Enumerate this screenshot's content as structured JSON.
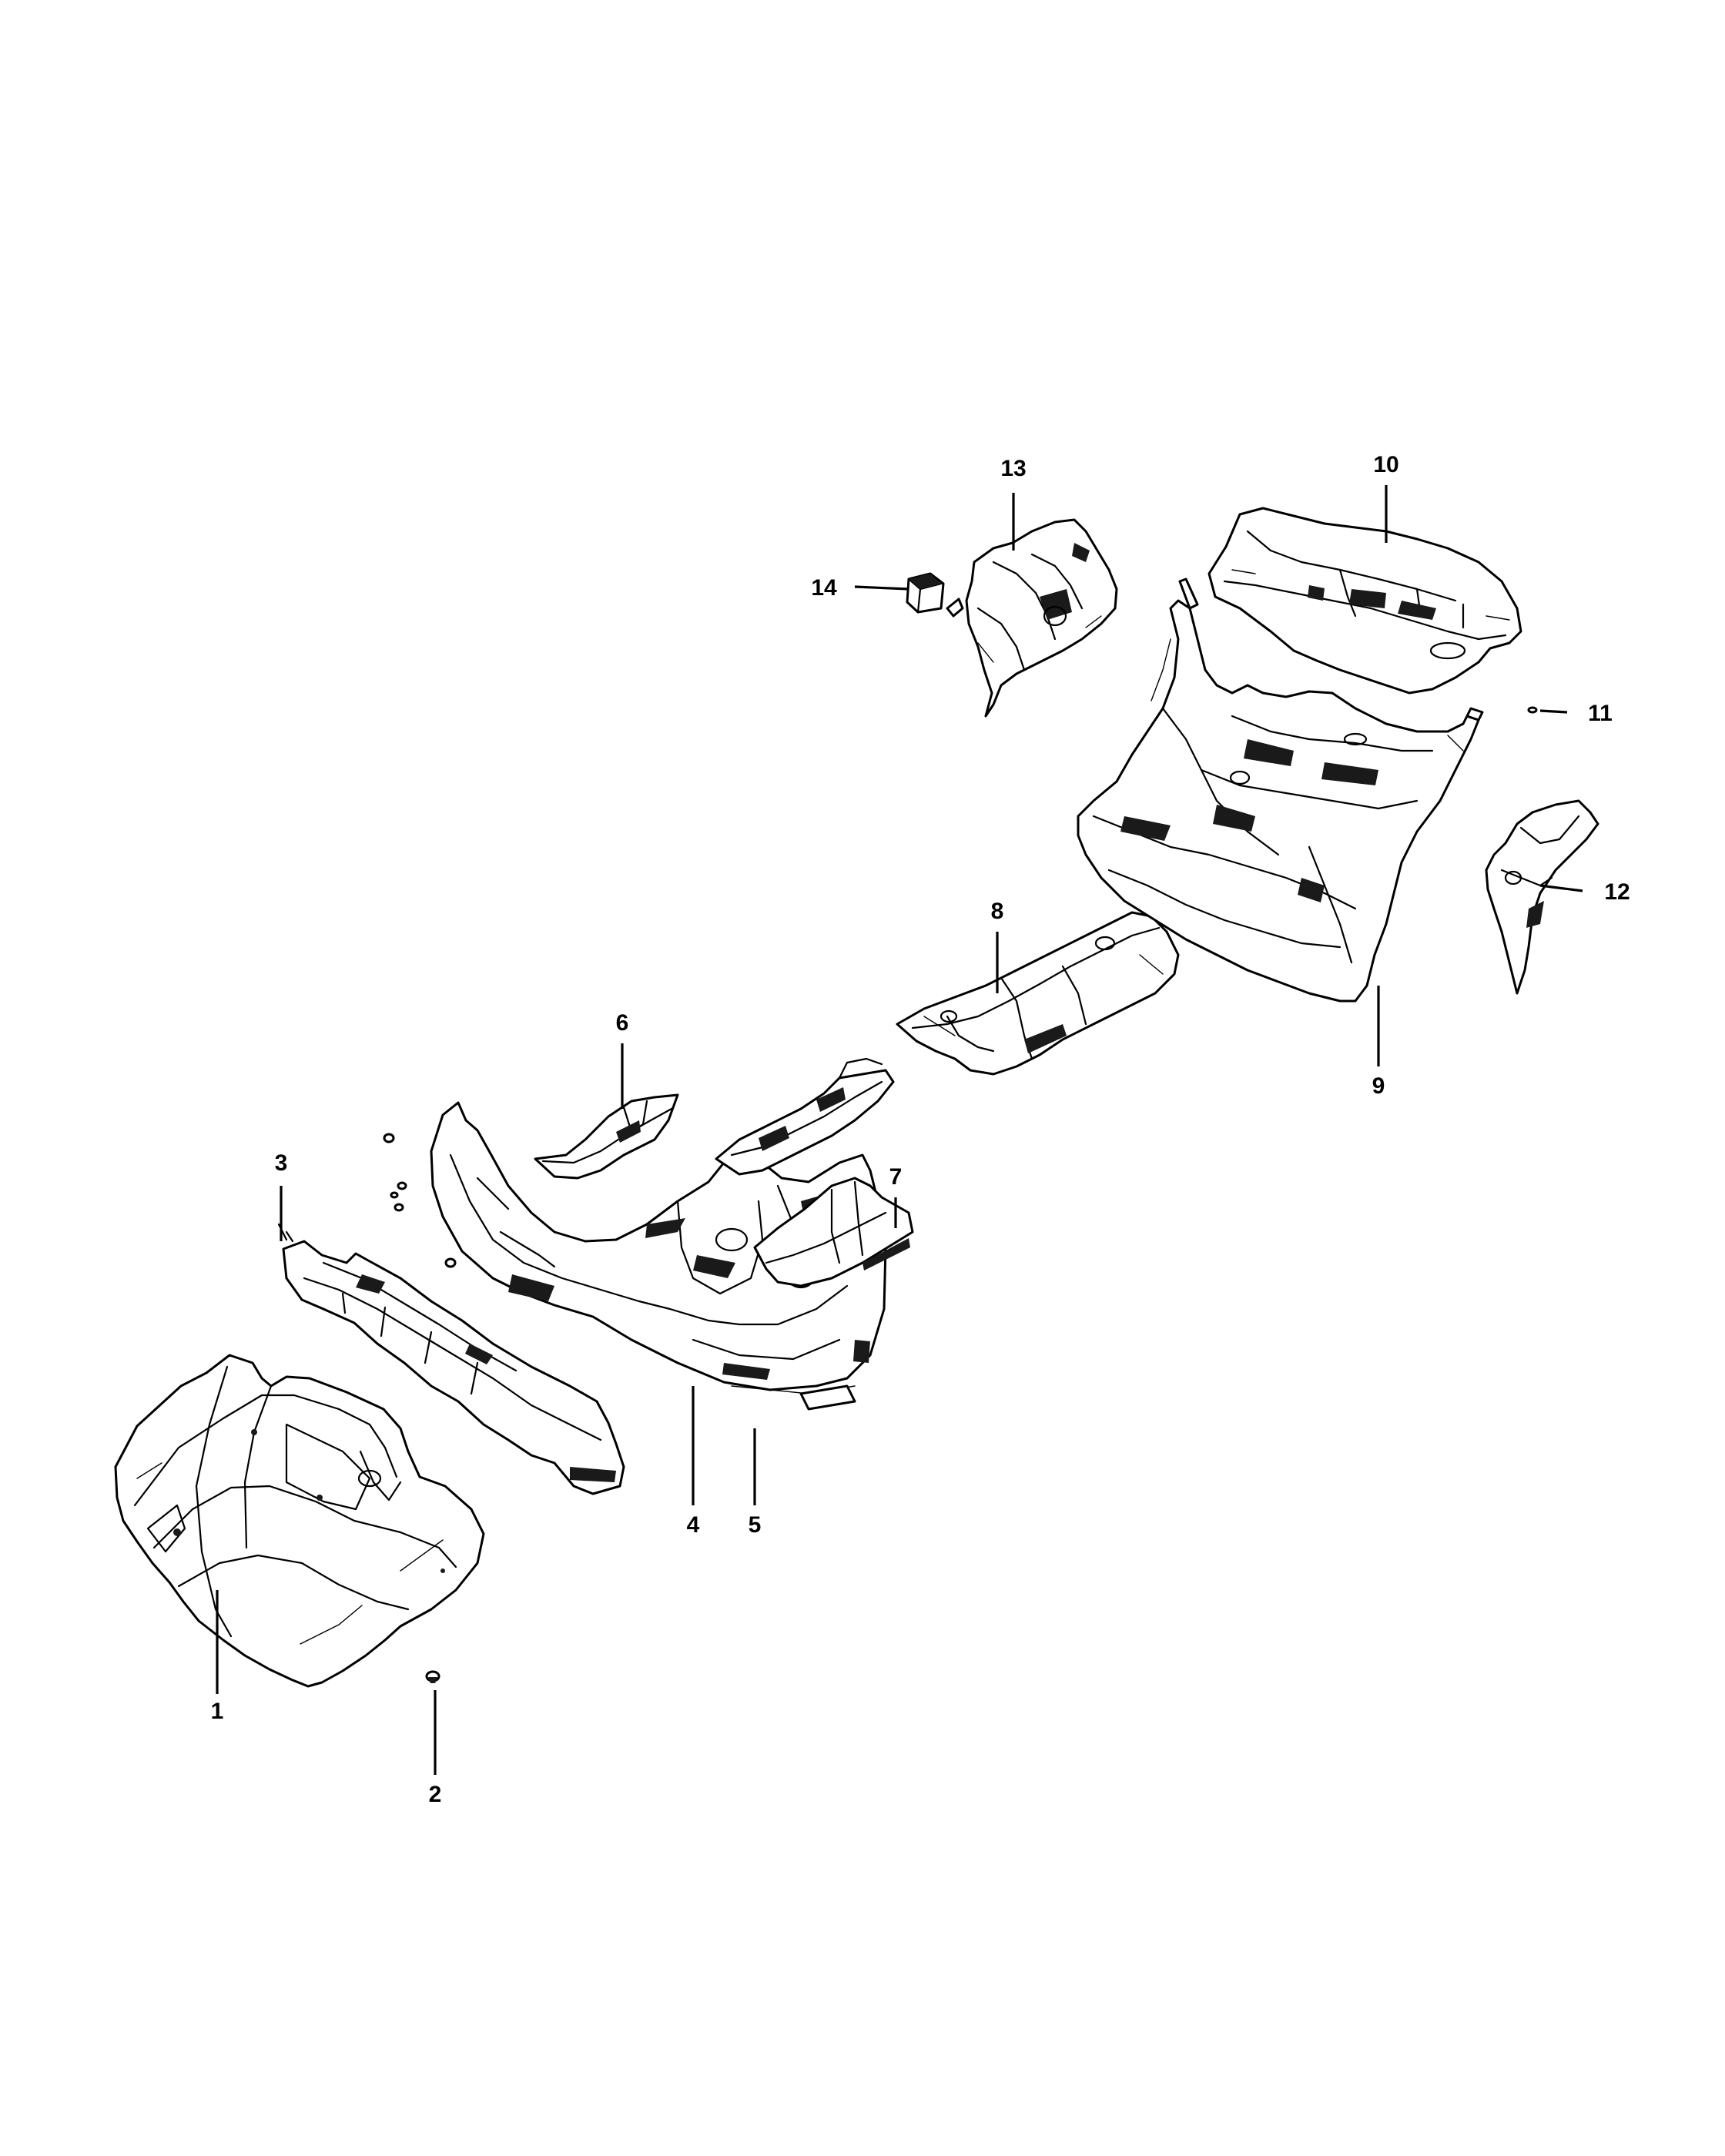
{
  "diagram": {
    "callouts": [
      "1",
      "2",
      "3",
      "4",
      "5",
      "6",
      "7",
      "8",
      "9",
      "10",
      "11",
      "12",
      "13",
      "14"
    ]
  }
}
